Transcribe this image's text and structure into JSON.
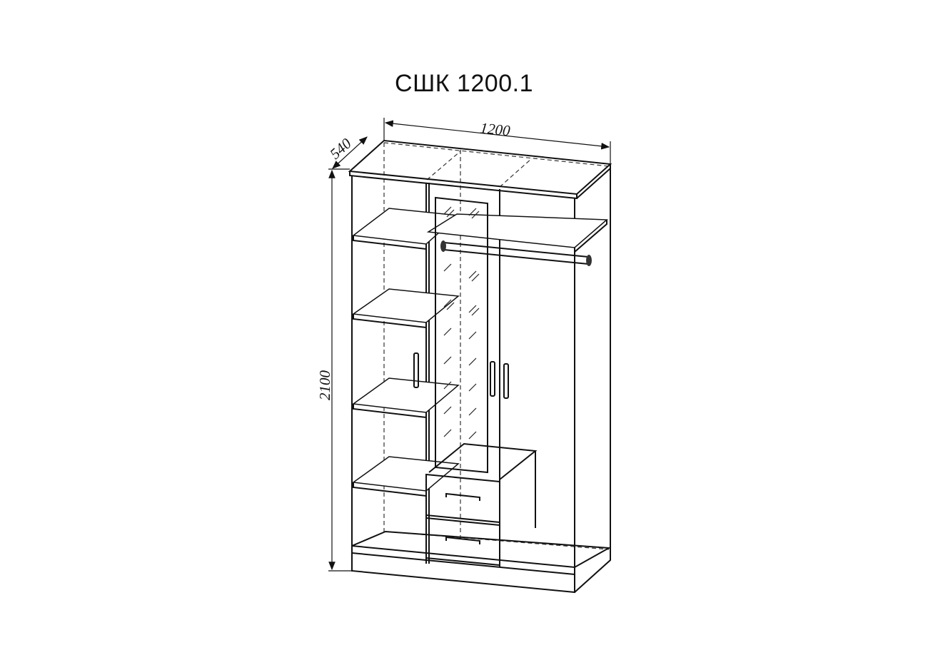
{
  "title": "СШК 1200.1",
  "dimensions": {
    "width": "1200",
    "depth": "540",
    "height": "2100"
  }
}
